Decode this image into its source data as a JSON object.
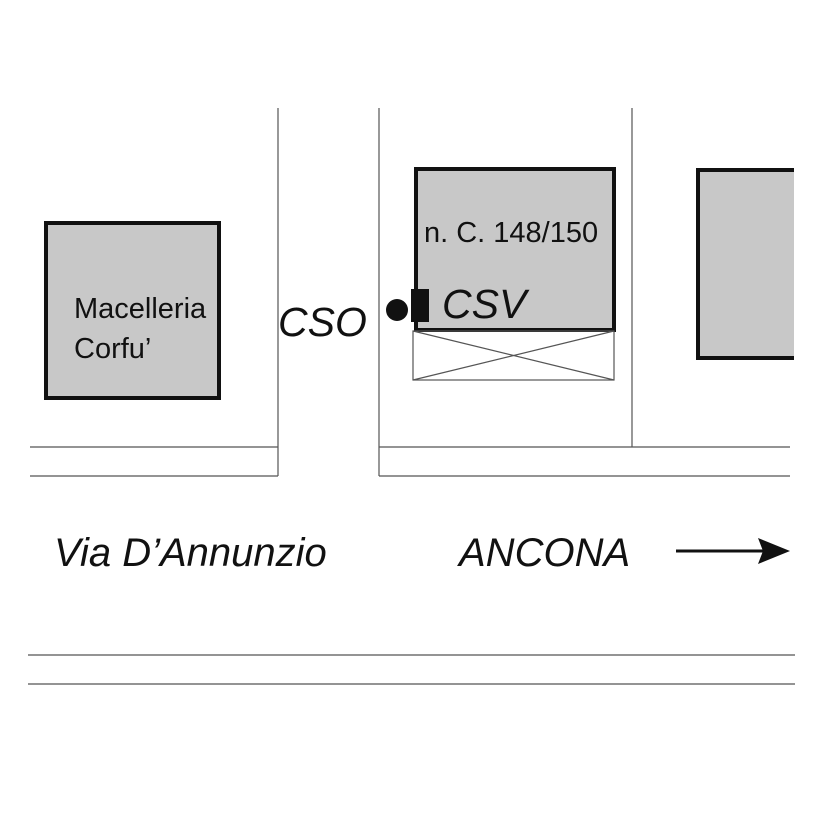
{
  "map": {
    "buildings": {
      "shop_left": {
        "line1": "Macelleria",
        "line2": "Corfu’"
      },
      "center": {
        "number_label": "n. C. 148/150"
      }
    },
    "markers": {
      "cso_label": "CSO",
      "csv_label": "CSV"
    },
    "street": {
      "name": "Via D’Annunzio",
      "direction_label": "ANCONA",
      "direction_arrow": "arrow-right-icon"
    },
    "colors": {
      "building_fill": "#c8c8c8",
      "outline": "#111111",
      "road_line": "#555555"
    }
  }
}
